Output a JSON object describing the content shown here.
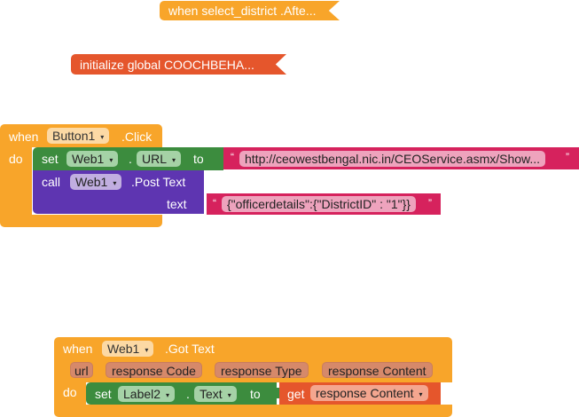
{
  "workspace": {
    "collapsed_blocks": [
      {
        "label": "when  select_district .Afte...",
        "kind": "event"
      },
      {
        "label": "initialize global COOCHBEHA...",
        "kind": "global"
      }
    ],
    "button_click_handler": {
      "when_label": "when",
      "component": "Button1",
      "event": ".Click",
      "do_label": "do",
      "set_block": {
        "set_label": "set",
        "component": "Web1",
        "dot": ".",
        "property": "URL",
        "to_label": "to",
        "value": "http://ceowestbengal.nic.in/CEOService.asmx/Show..."
      },
      "call_block": {
        "call_label": "call",
        "component": "Web1",
        "method": ".Post Text",
        "arg_label": "text",
        "value": "{\"officerdetails\":{\"DistrictID\" : \"1\"}}"
      }
    },
    "got_text_handler": {
      "when_label": "when",
      "component": "Web1",
      "event": ".Got Text",
      "params": [
        "url",
        "response Code",
        "response Type",
        "response Content"
      ],
      "do_label": "do",
      "set_block": {
        "set_label": "set",
        "component": "Label2",
        "dot": ".",
        "property": "Text",
        "to_label": "to",
        "get_label": "get",
        "get_var": "response Content"
      }
    },
    "quote_open": "“",
    "quote_close": "”",
    "dropdown_glyph": "▾"
  },
  "colors": {
    "event": "#f8a52a",
    "global": "#e5562c",
    "setter": "#3c8c3e",
    "method": "#5e35b1",
    "text": "#d6225d"
  }
}
